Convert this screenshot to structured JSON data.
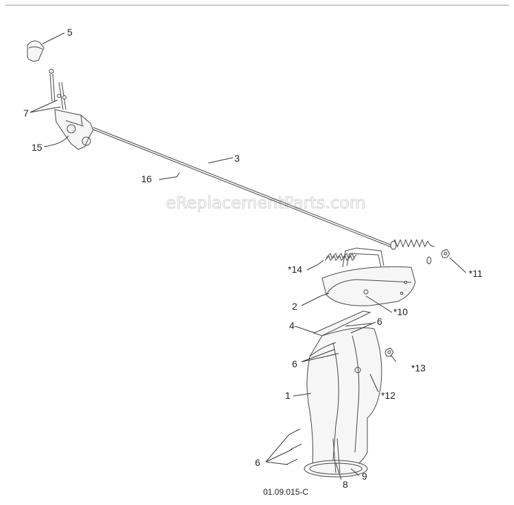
{
  "watermark": "eReplacementParts.com",
  "drawing_number": "01.09.015-C",
  "callouts": {
    "c1": "1",
    "c2": "2",
    "c3": "3",
    "c4": "4",
    "c5": "5",
    "c6a": "6",
    "c6b": "6",
    "c6c": "6",
    "c7": "7",
    "c8": "8",
    "c9": "9",
    "c10": "*10",
    "c11": "*11",
    "c12": "*12",
    "c13": "*13",
    "c14": "*14",
    "c15": "15",
    "c16": "16"
  }
}
